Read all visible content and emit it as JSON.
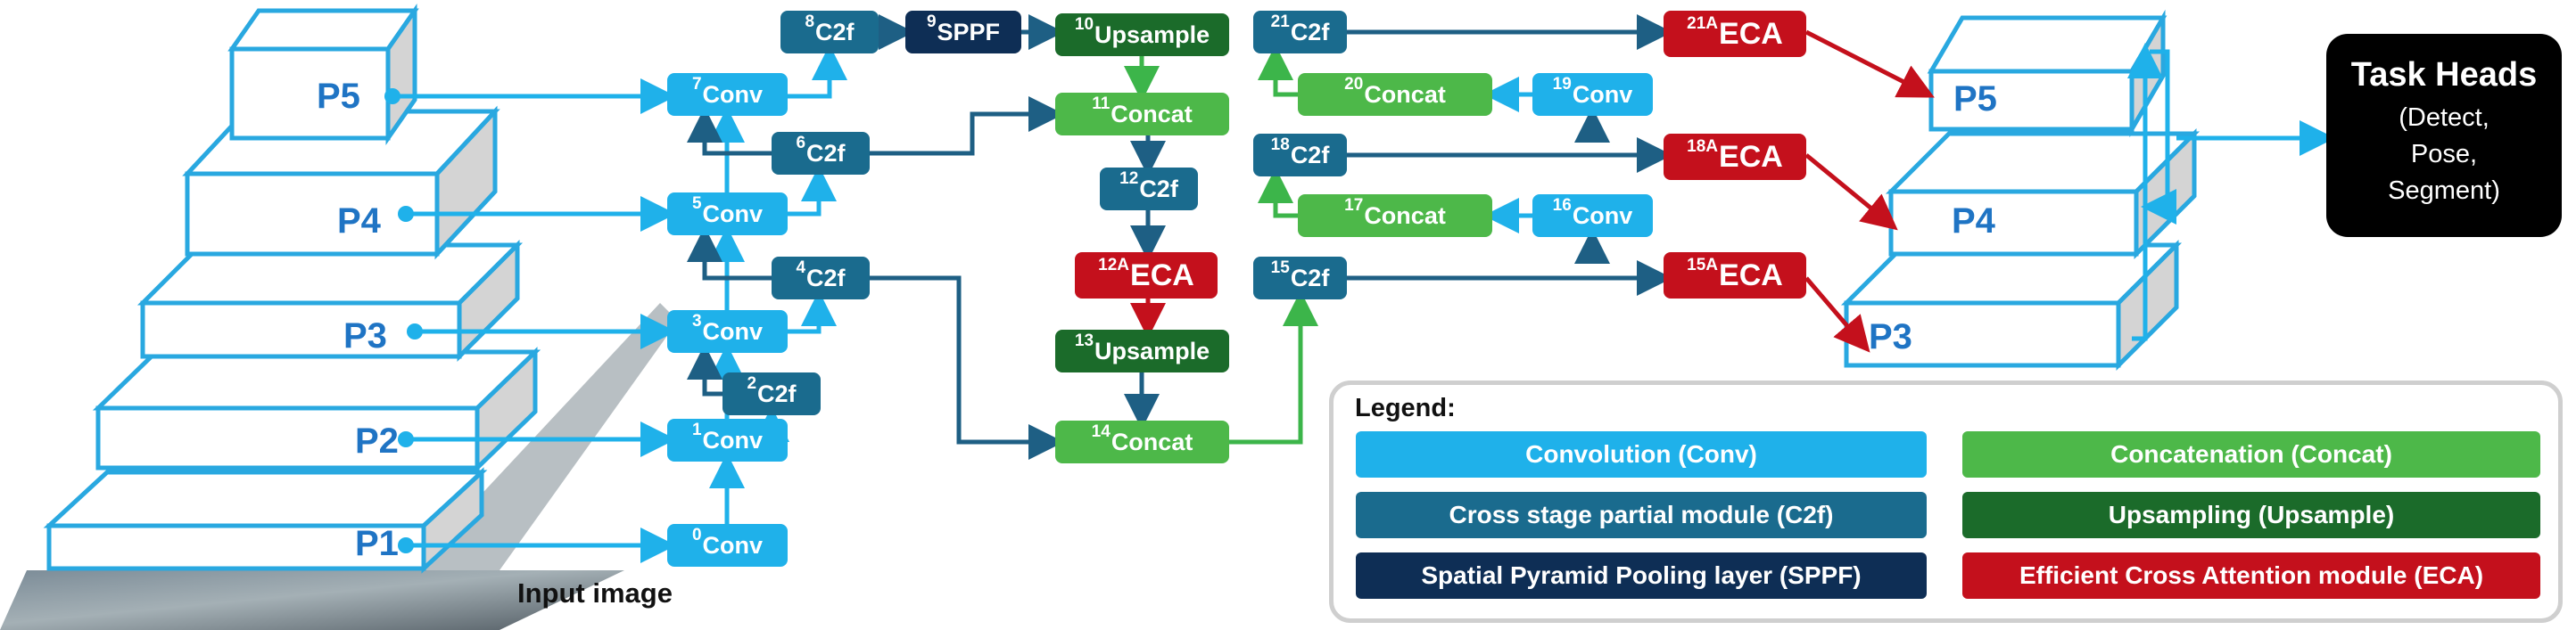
{
  "colors": {
    "conv": "#1fb1ea",
    "c2f": "#1a6b8e",
    "sppf": "#0e2e55",
    "upsample": "#1b6b2a",
    "concat": "#4db849",
    "eca": "#c4101c",
    "pyramid": "#29a8e0",
    "pyramid_label": "#1f74c4",
    "dark_arrow": "#1e5f84",
    "conv_arrow": "#1fb1ea",
    "concat_arrow": "#3cb54a",
    "eca_arrow": "#c4101c"
  },
  "backbone_levels": [
    "P1",
    "P2",
    "P3",
    "P4",
    "P5"
  ],
  "output_levels": [
    "P5",
    "P4",
    "P3"
  ],
  "input_caption": "Input image",
  "nodes": [
    {
      "id": "0",
      "type": "conv",
      "label": "Conv"
    },
    {
      "id": "1",
      "type": "conv",
      "label": "Conv"
    },
    {
      "id": "2",
      "type": "c2f",
      "label": "C2f"
    },
    {
      "id": "3",
      "type": "conv",
      "label": "Conv"
    },
    {
      "id": "4",
      "type": "c2f",
      "label": "C2f"
    },
    {
      "id": "5",
      "type": "conv",
      "label": "Conv"
    },
    {
      "id": "6",
      "type": "c2f",
      "label": "C2f"
    },
    {
      "id": "7",
      "type": "conv",
      "label": "Conv"
    },
    {
      "id": "8",
      "type": "c2f",
      "label": "C2f"
    },
    {
      "id": "9",
      "type": "sppf",
      "label": "SPPF"
    },
    {
      "id": "10",
      "type": "upsample",
      "label": "Upsample"
    },
    {
      "id": "11",
      "type": "concat",
      "label": "Concat"
    },
    {
      "id": "12",
      "type": "c2f",
      "label": "C2f"
    },
    {
      "id": "12A",
      "type": "eca",
      "label": "ECA"
    },
    {
      "id": "13",
      "type": "upsample",
      "label": "Upsample"
    },
    {
      "id": "14",
      "type": "concat",
      "label": "Concat"
    },
    {
      "id": "15",
      "type": "c2f",
      "label": "C2f"
    },
    {
      "id": "15A",
      "type": "eca",
      "label": "ECA"
    },
    {
      "id": "16",
      "type": "conv",
      "label": "Conv"
    },
    {
      "id": "17",
      "type": "concat",
      "label": "Concat"
    },
    {
      "id": "18",
      "type": "c2f",
      "label": "C2f"
    },
    {
      "id": "18A",
      "type": "eca",
      "label": "ECA"
    },
    {
      "id": "19",
      "type": "conv",
      "label": "Conv"
    },
    {
      "id": "20",
      "type": "concat",
      "label": "Concat"
    },
    {
      "id": "21",
      "type": "c2f",
      "label": "C2f"
    },
    {
      "id": "21A",
      "type": "eca",
      "label": "ECA"
    }
  ],
  "task_heads": {
    "title": "Task Heads",
    "lines": [
      "(Detect,",
      "Pose,",
      "Segment)"
    ]
  },
  "legend": {
    "title": "Legend:",
    "items": [
      {
        "type": "conv",
        "label": "Convolution (Conv)"
      },
      {
        "type": "concat",
        "label": "Concatenation (Concat)"
      },
      {
        "type": "c2f",
        "label": "Cross stage partial module (C2f)"
      },
      {
        "type": "upsample",
        "label": "Upsampling (Upsample)"
      },
      {
        "type": "sppf",
        "label": "Spatial Pyramid Pooling layer (SPPF)"
      },
      {
        "type": "eca",
        "label": "Efficient Cross Attention module (ECA)"
      }
    ]
  }
}
